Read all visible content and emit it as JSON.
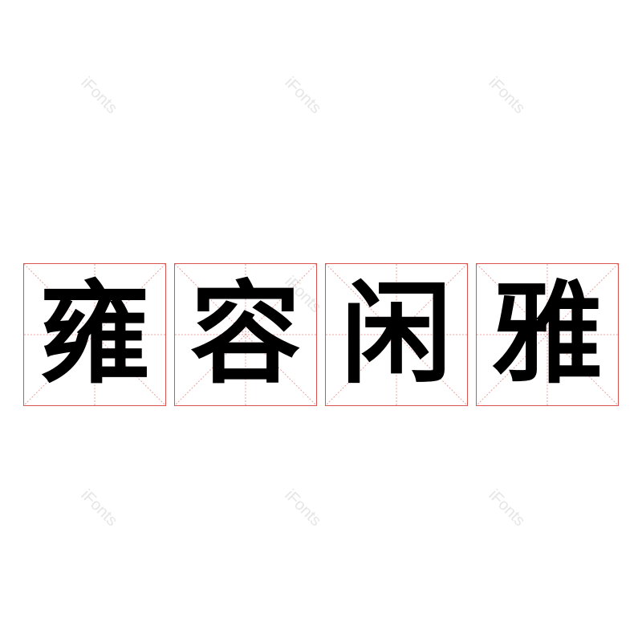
{
  "watermark": "iFonts",
  "characters": [
    "雍",
    "容",
    "闲",
    "雅"
  ],
  "grid_color": "#d9534f",
  "text_color": "#000000"
}
